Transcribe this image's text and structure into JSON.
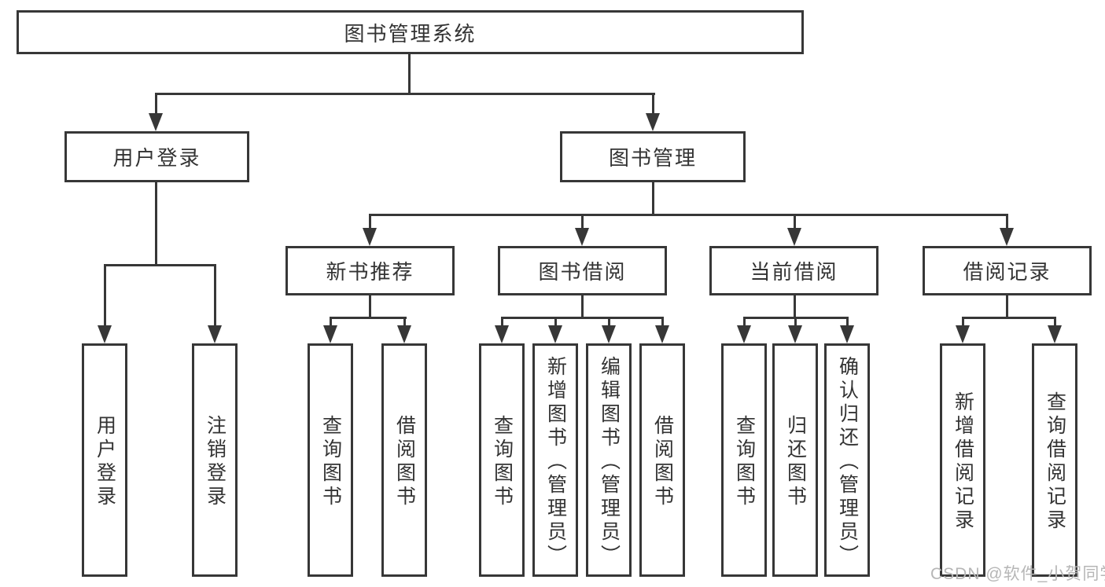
{
  "diagram": {
    "root": {
      "label": "图书管理系统"
    },
    "level1": [
      {
        "label": "用户登录"
      },
      {
        "label": "图书管理"
      }
    ],
    "level2": [
      {
        "label": "新书推荐"
      },
      {
        "label": "图书借阅"
      },
      {
        "label": "当前借阅"
      },
      {
        "label": "借阅记录"
      }
    ],
    "level3": [
      {
        "label": "用户登录"
      },
      {
        "label": "注销登录"
      },
      {
        "label": "查询图书"
      },
      {
        "label": "借阅图书"
      },
      {
        "label": "查询图书"
      },
      {
        "label": "新增图书（管理员）"
      },
      {
        "label": "编辑图书（管理员）"
      },
      {
        "label": "借阅图书"
      },
      {
        "label": "查询图书"
      },
      {
        "label": "归还图书"
      },
      {
        "label": "确认归还（管理员）"
      },
      {
        "label": "新增借阅记录"
      },
      {
        "label": "查询借阅记录"
      }
    ],
    "watermark": "CSDN @软件_小贺同学",
    "colors": {
      "line": "#373737",
      "box_fill": "#ffffff",
      "text": "#333333",
      "watermark": "#b6b6b6",
      "background": "#ffffff"
    }
  }
}
